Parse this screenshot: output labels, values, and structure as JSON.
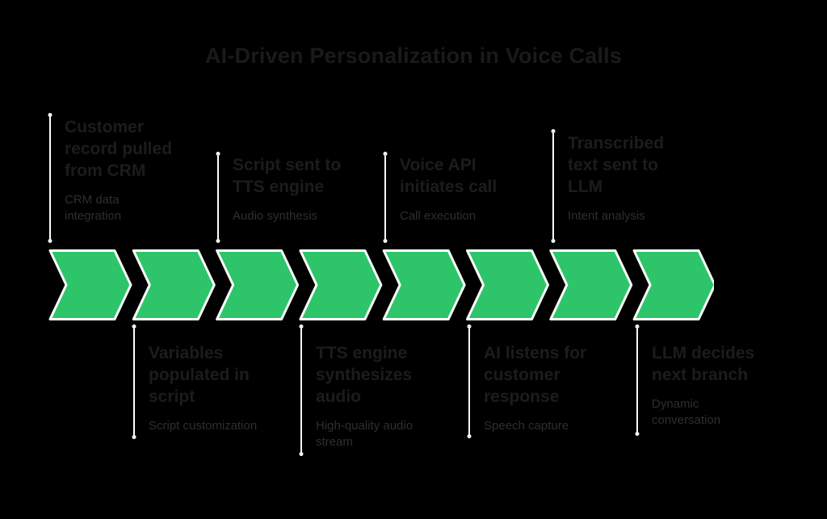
{
  "title": "AI-Driven Personalization in Voice Calls",
  "colors": {
    "background": "#000000",
    "chevron_green": "#2EC56A",
    "dot_green": "#2EC56A",
    "line_white": "#FFFFFF",
    "heading_text": "#1A1A1A",
    "milestone_title_text": "#1C1C1C",
    "milestone_subtitle_text": "#2E2E2E"
  },
  "process": {
    "chevron_count": 8,
    "milestones": [
      {
        "position": "top",
        "title": "Customer\nrecord pulled\nfrom CRM",
        "subtitle": "CRM data\nintegration"
      },
      {
        "position": "bottom",
        "title": "Variables\npopulated in\nscript",
        "subtitle": "Script customization"
      },
      {
        "position": "top",
        "title": "Script sent to\nTTS engine",
        "subtitle": "Audio synthesis"
      },
      {
        "position": "bottom",
        "title": "TTS engine\nsynthesizes\naudio",
        "subtitle": "High-quality audio\nstream"
      },
      {
        "position": "top",
        "title": "Voice API\ninitiates call",
        "subtitle": "Call execution"
      },
      {
        "position": "bottom",
        "title": "AI listens for\ncustomer\nresponse",
        "subtitle": "Speech capture"
      },
      {
        "position": "top",
        "title": "Transcribed\ntext sent to\nLLM",
        "subtitle": "Intent analysis"
      },
      {
        "position": "bottom",
        "title": "LLM decides\nnext branch",
        "subtitle": "Dynamic\nconversation"
      }
    ]
  }
}
